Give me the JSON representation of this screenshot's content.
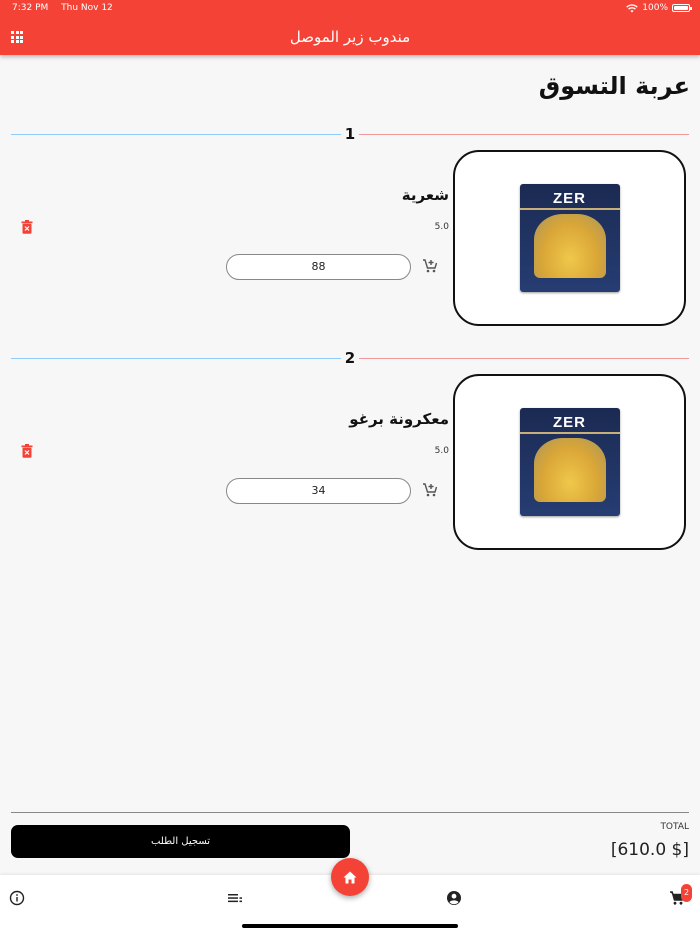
{
  "status_bar": {
    "time": "7:32 PM",
    "date": "Thu Nov 12",
    "battery": "100%"
  },
  "app_bar": {
    "title": "مندوب زير الموصل",
    "menu_icon": "grid-icon"
  },
  "page": {
    "title": "عربة التسوق"
  },
  "cart_items": [
    {
      "index": "1",
      "name": "شعرية",
      "price": "5.0",
      "quantity": "88",
      "brand": "ZER"
    },
    {
      "index": "2",
      "name": "معكرونة برغو",
      "price": "5.0",
      "quantity": "34",
      "brand": "ZER"
    }
  ],
  "summary": {
    "total_label": "TOTAL",
    "total_value": "[610.0 $]",
    "submit_label": "تسجيل الطلب"
  },
  "bottom_nav": {
    "items": [
      "info-icon",
      "list-icon",
      "home-icon",
      "account-icon",
      "cart-icon"
    ],
    "cart_badge": "2"
  },
  "colors": {
    "primary": "#f44336",
    "blue_line": "#90caf9",
    "red_line": "#ef9a9a",
    "button": "#000000"
  }
}
